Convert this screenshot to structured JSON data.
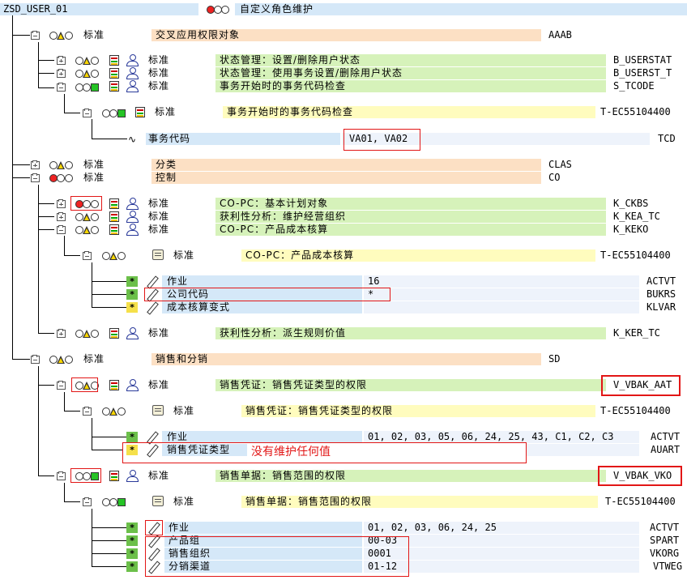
{
  "root": {
    "code": "ZSD_USER_01",
    "title": "自定义角色维护"
  },
  "standard": "标准",
  "nodes": {
    "aaab": {
      "text": "交叉应用权限对象",
      "code": "AAAB"
    },
    "userstat": {
      "text": "状态管理：设置/删除用户状态",
      "code": "B_USERSTAT"
    },
    "userst_t": {
      "text": "状态管理：使用事务设置/删除用户状态",
      "code": "B_USERST_T"
    },
    "tcode": {
      "text": "事务开始时的事务代码检查",
      "code": "S_TCODE"
    },
    "tcode_inst": {
      "text": "事务开始时的事务代码检查",
      "code": "T-EC55104400"
    },
    "tcd": {
      "label": "事务代码",
      "value": "VA01, VA02",
      "code": "TCD"
    },
    "clas": {
      "text": "分类",
      "code": "CLAS"
    },
    "co": {
      "text": "控制",
      "code": "CO"
    },
    "ckbs": {
      "text": "CO-PC：基本计划对象",
      "code": "K_CKBS"
    },
    "kea": {
      "text": "获利性分析：维护经营组织",
      "code": "K_KEA_TC"
    },
    "keko": {
      "text": "CO-PC：产品成本核算",
      "code": "K_KEKO"
    },
    "keko_inst": {
      "text": "CO-PC：产品成本核算",
      "code": "T-EC55104400"
    },
    "actvt1": {
      "label": "作业",
      "value": "16",
      "code": "ACTVT"
    },
    "bukrs": {
      "label": "公司代码",
      "value": "*",
      "code": "BUKRS"
    },
    "klvar": {
      "label": "成本核算变式",
      "value": "",
      "code": "KLVAR"
    },
    "ker": {
      "text": "获利性分析：派生规则价值",
      "code": "K_KER_TC"
    },
    "sd": {
      "text": "销售和分销",
      "code": "SD"
    },
    "vbak_aat": {
      "text": "销售凭证：销售凭证类型的权限",
      "code": "V_VBAK_AAT"
    },
    "vbak_aat_inst": {
      "text": "销售凭证：销售凭证类型的权限",
      "code": "T-EC55104400"
    },
    "actvt2": {
      "label": "作业",
      "value": "01, 02, 03, 05, 06, 24, 25, 43, C1, C2, C3",
      "code": "ACTVT"
    },
    "auart": {
      "label": "销售凭证类型",
      "value": "",
      "code": "AUART",
      "note": "没有维护任何值"
    },
    "vbak_vko": {
      "text": "销售单据：销售范围的权限",
      "code": "V_VBAK_VKO"
    },
    "vbak_vko_inst": {
      "text": "销售单据：销售范围的权限",
      "code": "T-EC55104400"
    },
    "actvt3": {
      "label": "作业",
      "value": "01, 02, 03, 06, 24, 25",
      "code": "ACTVT"
    },
    "spart": {
      "label": "产品组",
      "value": "00-03",
      "code": "SPART"
    },
    "vkorg": {
      "label": "销售组织",
      "value": "0001",
      "code": "VKORG"
    },
    "vtweg": {
      "label": "分销渠道",
      "value": "01-12",
      "code": "VTWEG"
    }
  },
  "star": "*",
  "colors": {
    "orange": "#fce0c4",
    "green": "#d6f2ba",
    "yellow": "#fffcbe",
    "blue": "#d5e8f8",
    "field": "#eef3fb",
    "annotation": "#e21616"
  }
}
